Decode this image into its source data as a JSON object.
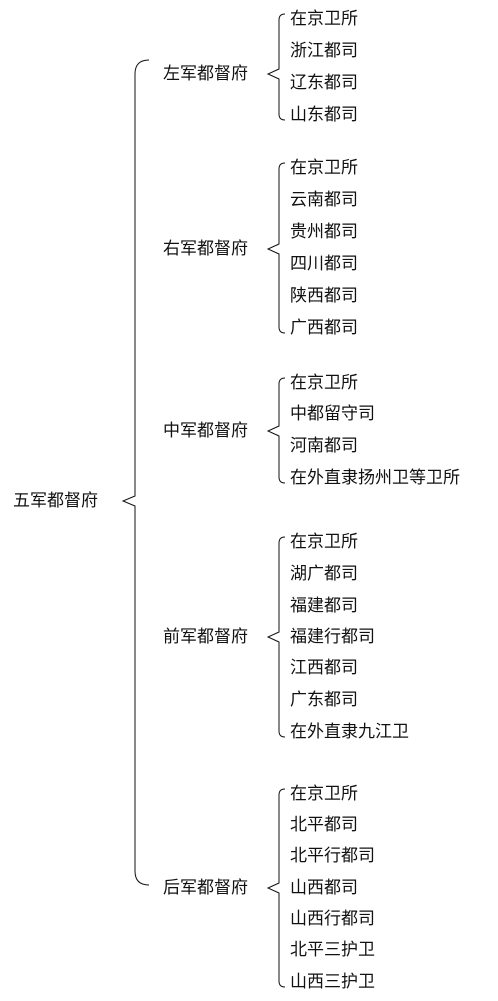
{
  "root": "五军都督府",
  "commands": [
    {
      "name": "左军都督府",
      "subs": [
        "在京卫所",
        "浙江都司",
        "辽东都司",
        "山东都司"
      ]
    },
    {
      "name": "右军都督府",
      "subs": [
        "在京卫所",
        "云南都司",
        "贵州都司",
        "四川都司",
        "陕西都司",
        "广西都司"
      ]
    },
    {
      "name": "中军都督府",
      "subs": [
        "在京卫所",
        "中都留守司",
        "河南都司",
        "在外直隶扬州卫等卫所"
      ]
    },
    {
      "name": "前军都督府",
      "subs": [
        "在京卫所",
        "湖广都司",
        "福建都司",
        "福建行都司",
        "江西都司",
        "广东都司",
        "在外直隶九江卫"
      ]
    },
    {
      "name": "后军都督府",
      "subs": [
        "在京卫所",
        "北平都司",
        "北平行都司",
        "山西都司",
        "山西行都司",
        "北平三护卫",
        "山西三护卫"
      ]
    }
  ],
  "colors": {
    "ink": "#111111",
    "background": "#ffffff"
  }
}
